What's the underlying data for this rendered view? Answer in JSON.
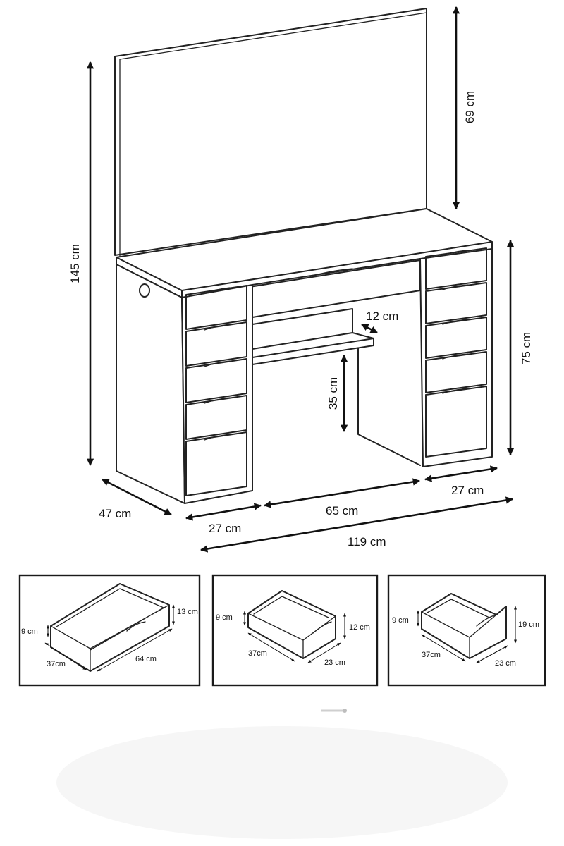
{
  "main_dimensions": {
    "total_height": "145 cm",
    "mirror_height": "69 cm",
    "desk_height": "75 cm",
    "depth": "47 cm",
    "left_cabinet_width": "27 cm",
    "middle_width": "65 cm",
    "right_cabinet_width": "27 cm",
    "total_width": "119 cm",
    "shelf_depth": "12 cm",
    "shelf_clearance": "35 cm"
  },
  "drawer_details": [
    {
      "height": "9 cm",
      "front_height": "13 cm",
      "depth": "37cm",
      "width": "64 cm"
    },
    {
      "height": "9 cm",
      "front_height": "12 cm",
      "depth": "37cm",
      "width": "23 cm"
    },
    {
      "height": "9 cm",
      "front_height": "19 cm",
      "depth": "37cm",
      "width": "23 cm"
    }
  ]
}
